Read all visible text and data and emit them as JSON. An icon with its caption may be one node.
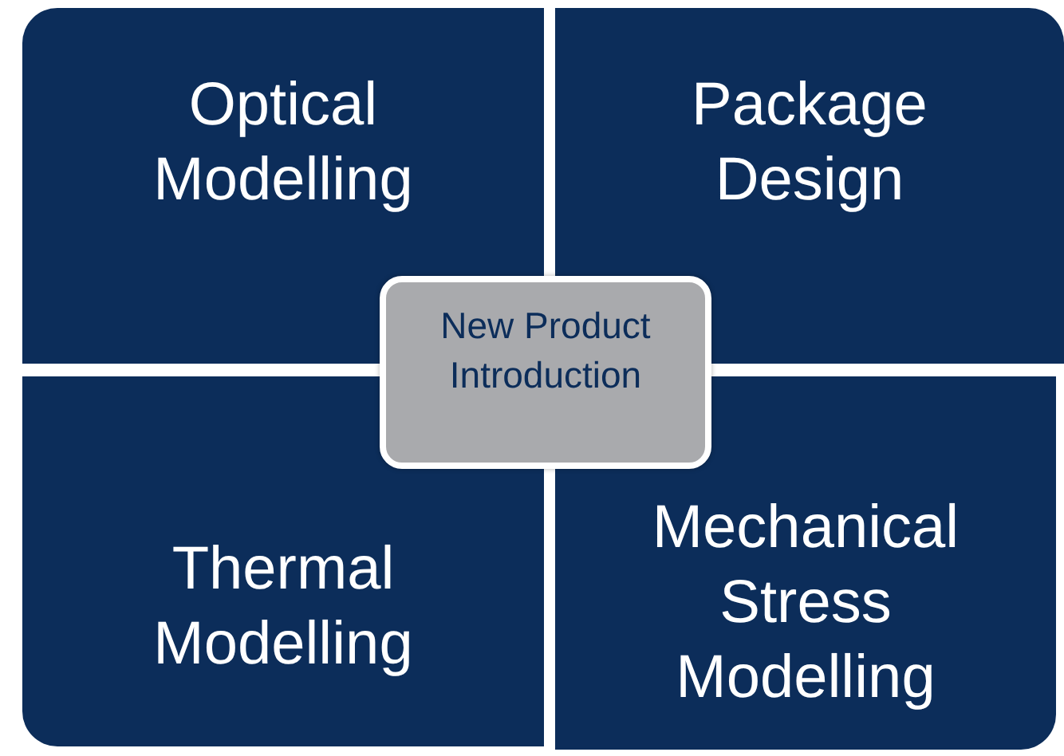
{
  "diagram": {
    "nodes": [
      {
        "text": [
          "Optical Modelling"
        ]
      },
      {
        "text": [
          "Package Design"
        ]
      },
      {
        "text": [
          "Thermal Modelling"
        ]
      },
      {
        "text": [
          "Mechanical Stress Modelling"
        ]
      },
      {
        "text": [
          "New Product Introduction"
        ]
      }
    ]
  }
}
